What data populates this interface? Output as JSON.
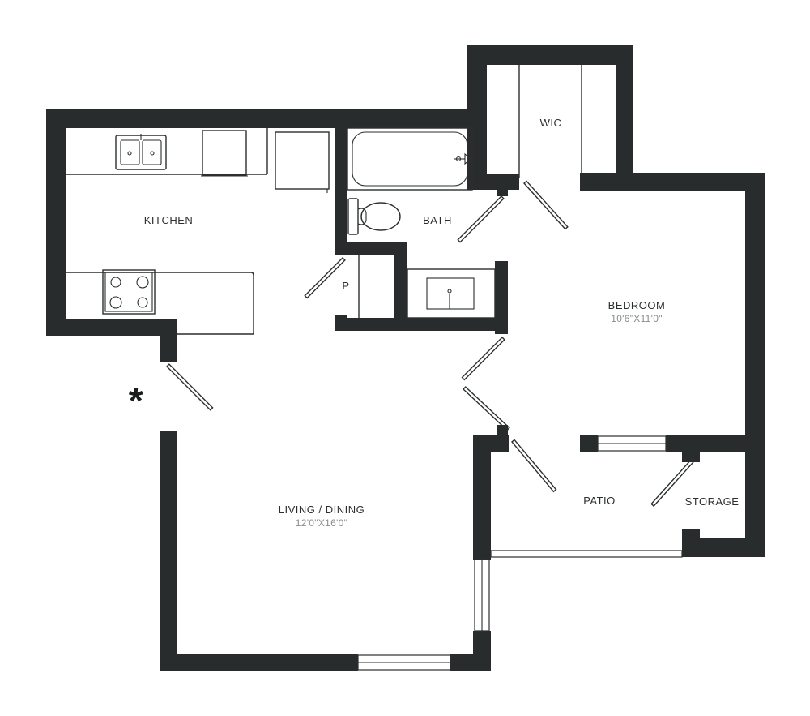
{
  "rooms": {
    "kitchen": {
      "label": "KITCHEN"
    },
    "bath": {
      "label": "BATH"
    },
    "wic": {
      "label": "WIC"
    },
    "pantry": {
      "label": "P"
    },
    "bedroom": {
      "label": "BEDROOM",
      "dimensions": "10'6\"X11'0\""
    },
    "living": {
      "label": "LIVING / DINING",
      "dimensions": "12'0\"X16'0\""
    },
    "patio": {
      "label": "PATIO"
    },
    "storage": {
      "label": "STORAGE"
    }
  },
  "entry_marker": "*",
  "colors": {
    "wall": "#282c2c",
    "fixture": "#2b2f2f",
    "dimension_text": "#8a8d8d",
    "background": "#ffffff"
  }
}
